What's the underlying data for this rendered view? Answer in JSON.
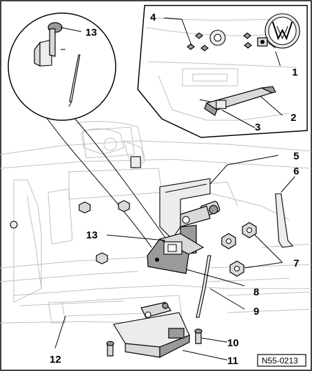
{
  "callouts": {
    "c1": "1",
    "c2": "2",
    "c3": "3",
    "c4": "4",
    "c5": "5",
    "c6": "6",
    "c7": "7",
    "c8": "8",
    "c9": "9",
    "c10": "10",
    "c11": "11",
    "c12": "12",
    "c13_inset": "13",
    "c13_main": "13"
  },
  "reference_code": "N55-0213",
  "colors": {
    "line": "#000000",
    "ghost": "#bfbfbf",
    "part_fill": "#d9d9d9"
  }
}
